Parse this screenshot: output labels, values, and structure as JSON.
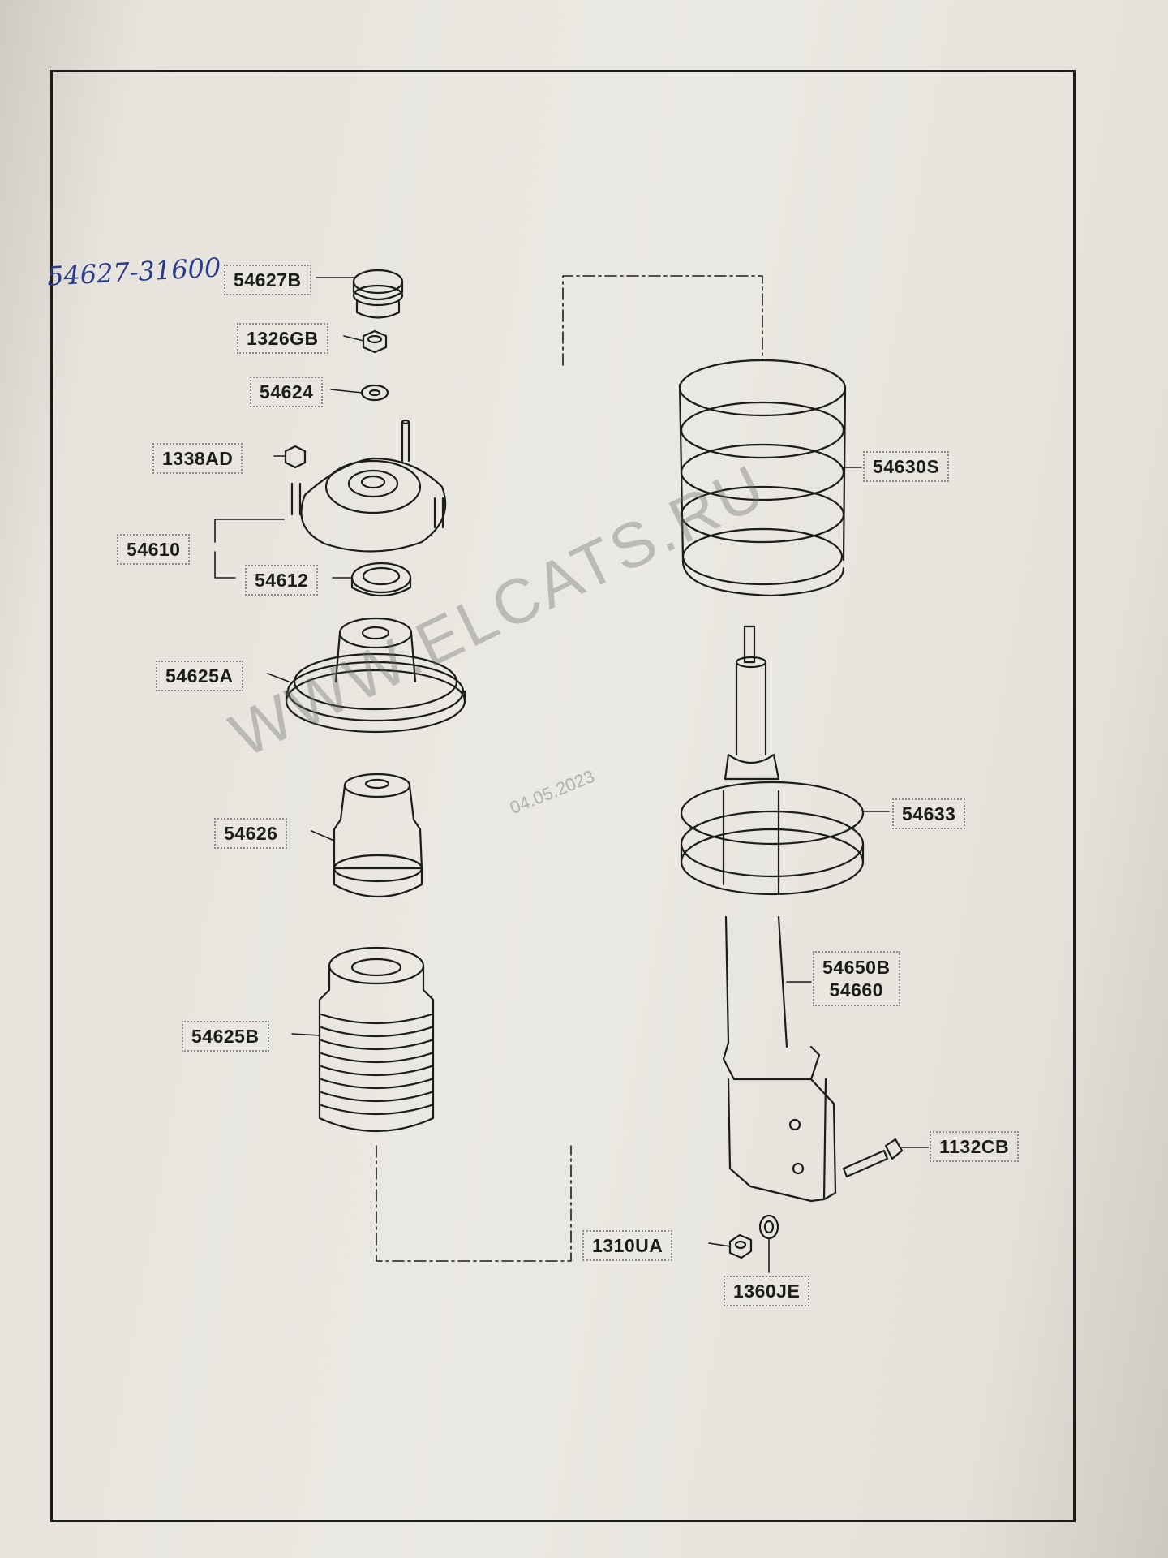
{
  "handwritten_note": "54627-31600",
  "watermark": "WWW.ELCATS.RU",
  "date_stamp": "04.05.2023",
  "parts": {
    "p54627B": "54627B",
    "p1326GB": "1326GB",
    "p54624": "54624",
    "p1338AD": "1338AD",
    "p54610": "54610",
    "p54612": "54612",
    "p54625A": "54625A",
    "p54626": "54626",
    "p54625B": "54625B",
    "p54630S": "54630S",
    "p54633": "54633",
    "p54650B": "54650B",
    "p54660": "54660",
    "p1132CB": "1132CB",
    "p1310UA": "1310UA",
    "p1360JE": "1360JE"
  },
  "colors": {
    "line": "#1c1c1c",
    "paper": "#ebe9e3",
    "note_ink": "#2a3a8c"
  }
}
